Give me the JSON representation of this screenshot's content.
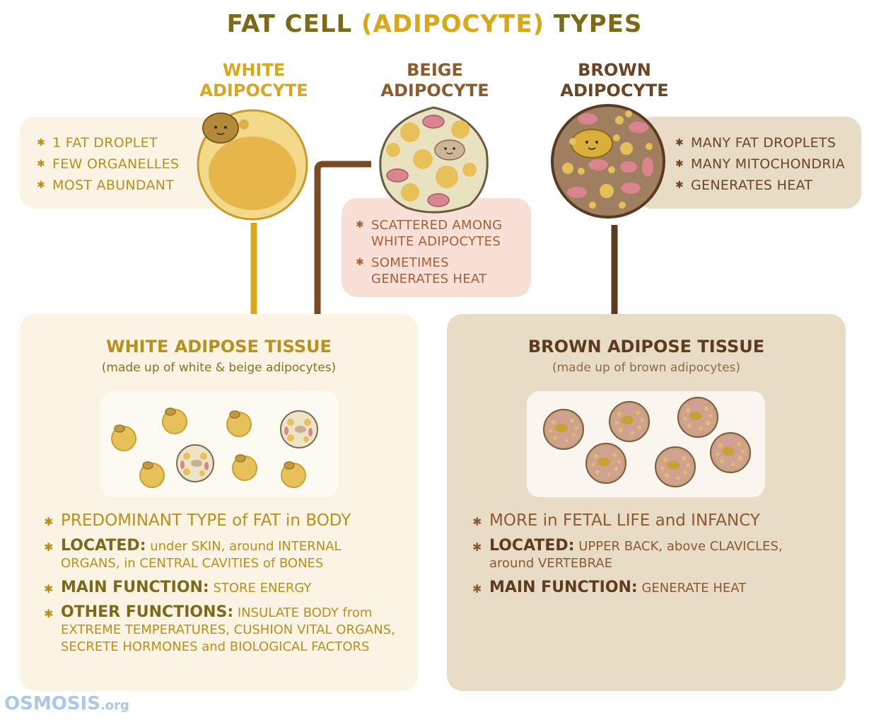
{
  "title": {
    "part1": "FAT CELL ",
    "accent": "(ADIPOCYTE)",
    "part2": " TYPES"
  },
  "cells": {
    "white": {
      "label1": "WHITE",
      "label2": "ADIPOCYTE",
      "bullets": [
        "1 FAT DROPLET",
        "FEW ORGANELLES",
        "MOST ABUNDANT"
      ]
    },
    "beige": {
      "label1": "BEIGE",
      "label2": "ADIPOCYTE",
      "bullets": [
        "SCATTERED AMONG WHITE ADIPOCYTES",
        "SOMETIMES GENERATES HEAT"
      ]
    },
    "brown": {
      "label1": "BROWN",
      "label2": "ADIPOCYTE",
      "bullets": [
        "MANY FAT DROPLETS",
        "MANY MITOCHONDRIA",
        "GENERATES HEAT"
      ]
    }
  },
  "tissues": {
    "white": {
      "title": "WHITE ADIPOSE TISSUE",
      "subtitle": "(made up of white & beige adipocytes)",
      "facts": [
        {
          "lead": "",
          "text": "PREDOMINANT TYPE of FAT in BODY"
        },
        {
          "lead": "LOCATED:",
          "text": " under SKIN, around INTERNAL ORGANS, in CENTRAL CAVITIES of BONES"
        },
        {
          "lead": "MAIN FUNCTION:",
          "text": " STORE ENERGY"
        },
        {
          "lead": "OTHER FUNCTIONS:",
          "text": " INSULATE BODY from EXTREME TEMPERATURES, CUSHION VITAL ORGANS, SECRETE HORMONES and BIOLOGICAL FACTORS"
        }
      ]
    },
    "brown": {
      "title": "BROWN ADIPOSE TISSUE",
      "subtitle": "(made up of brown adipocytes)",
      "facts": [
        {
          "lead": "",
          "text": "MORE in FETAL LIFE and INFANCY"
        },
        {
          "lead": "LOCATED:",
          "text": " UPPER BACK, above CLAVICLES, around VERTEBRAE"
        },
        {
          "lead": "MAIN FUNCTION:",
          "text": " GENERATE HEAT"
        }
      ]
    }
  },
  "logo": {
    "name": "OSMOSIS",
    "suffix": ".org"
  },
  "colors": {
    "white_cell": "#e8c05a",
    "beige_cell": "#e4dcb0",
    "brown_cell": "#9a7558",
    "mitochondria": "#d9848e",
    "white_panel": "#fbf4e4",
    "brown_panel": "#e8dcc7",
    "beige_note": "#f8e0d6",
    "dark_brown": "#6b4423",
    "gold": "#d9a81a",
    "olive": "#7a6a1a"
  }
}
